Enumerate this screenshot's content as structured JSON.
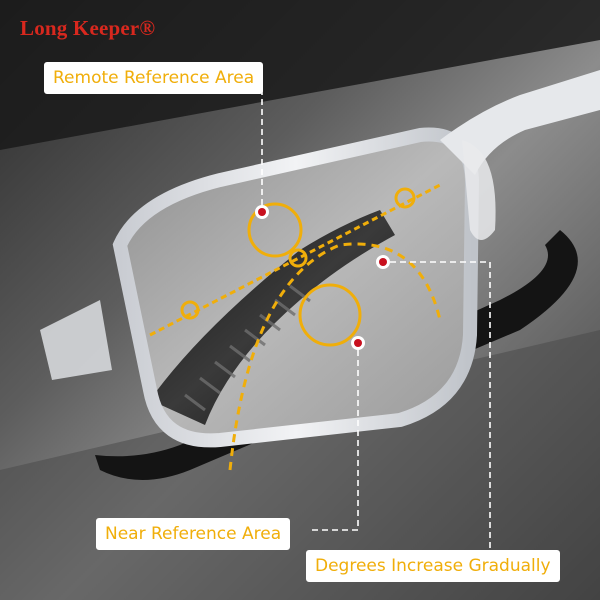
{
  "brand": {
    "text": "Long Keeper®",
    "color": "#d8281e"
  },
  "labels": {
    "remote": "Remote Reference Area",
    "near": "Near Reference Area",
    "gradual": "Degrees Increase Gradually"
  },
  "colors": {
    "accent": "#f0ae0a",
    "marker_red": "#c8101e",
    "label_bg": "#ffffff",
    "frame": "#d9dbe0",
    "lens_bg": "#a9a9a9"
  }
}
